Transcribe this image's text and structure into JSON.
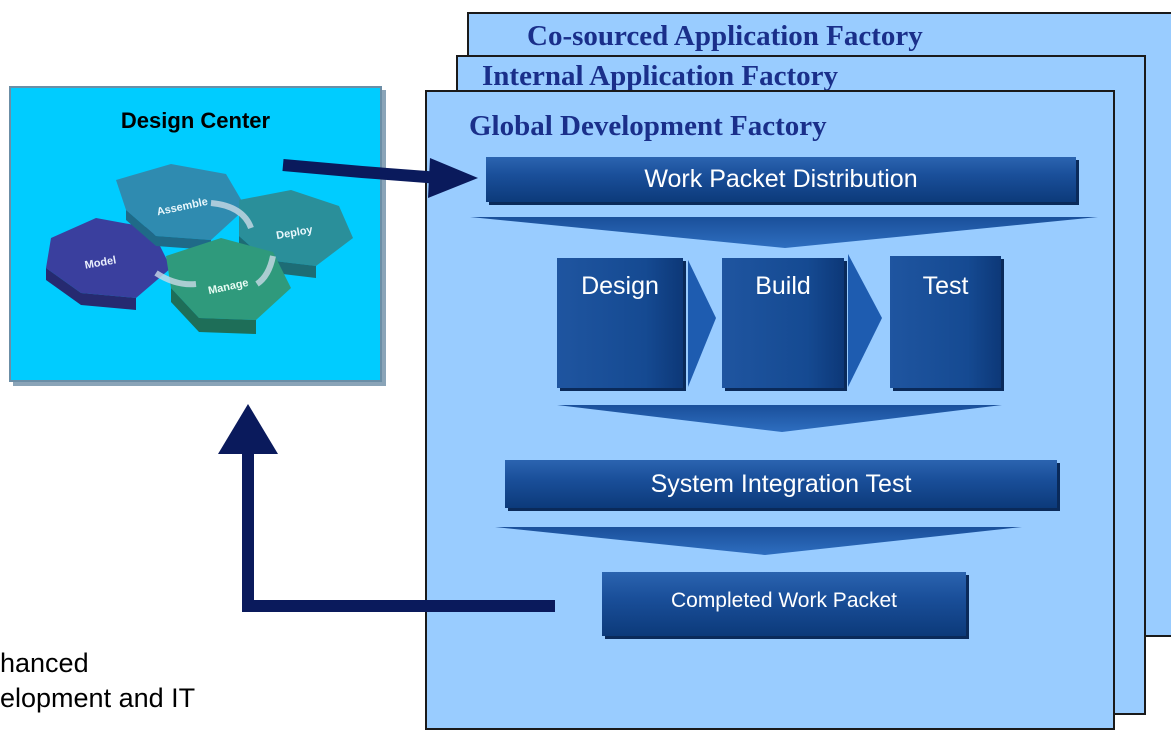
{
  "panels": {
    "back_title": "Co-sourced Application Factory",
    "mid_title": "Internal Application Factory",
    "front_title": "Global Development Factory"
  },
  "design_center": {
    "title": "Design Center",
    "hexes": [
      "Assemble",
      "Deploy",
      "Model",
      "Manage"
    ]
  },
  "steps": {
    "distribution": "Work Packet Distribution",
    "design": "Design",
    "build": "Build",
    "test": "Test",
    "sit": "System Integration Test",
    "completed": "Completed Work Packet"
  },
  "footer": {
    "line1": "hanced",
    "line2": "elopment and IT"
  },
  "colors": {
    "panel": "#99ccff",
    "title_text": "#1a2f8a",
    "bar": "#1a4f9a",
    "arrow": "#0a1a5c",
    "design_center": "#00ccff"
  }
}
